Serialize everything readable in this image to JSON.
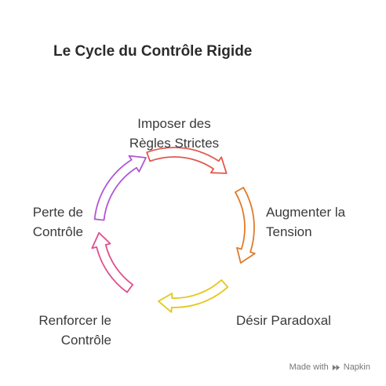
{
  "title": "Le Cycle du Contrôle Rigide",
  "steps": [
    {
      "line1": "Imposer des",
      "line2": "Règles Strictes",
      "color": "#e05a4f"
    },
    {
      "line1": "Augmenter la",
      "line2": "Tension",
      "color": "#e07b2a"
    },
    {
      "line1": "Désir Paradoxal",
      "line2": "",
      "color": "#e3c81c"
    },
    {
      "line1": "Renforcer le",
      "line2": "Contrôle",
      "color": "#de4f8f"
    },
    {
      "line1": "Perte de",
      "line2": "Contrôle",
      "color": "#b057d6"
    }
  ],
  "watermark": {
    "prefix": "Made with",
    "brand": "Napkin",
    "icon": "napkin-logo-icon"
  }
}
